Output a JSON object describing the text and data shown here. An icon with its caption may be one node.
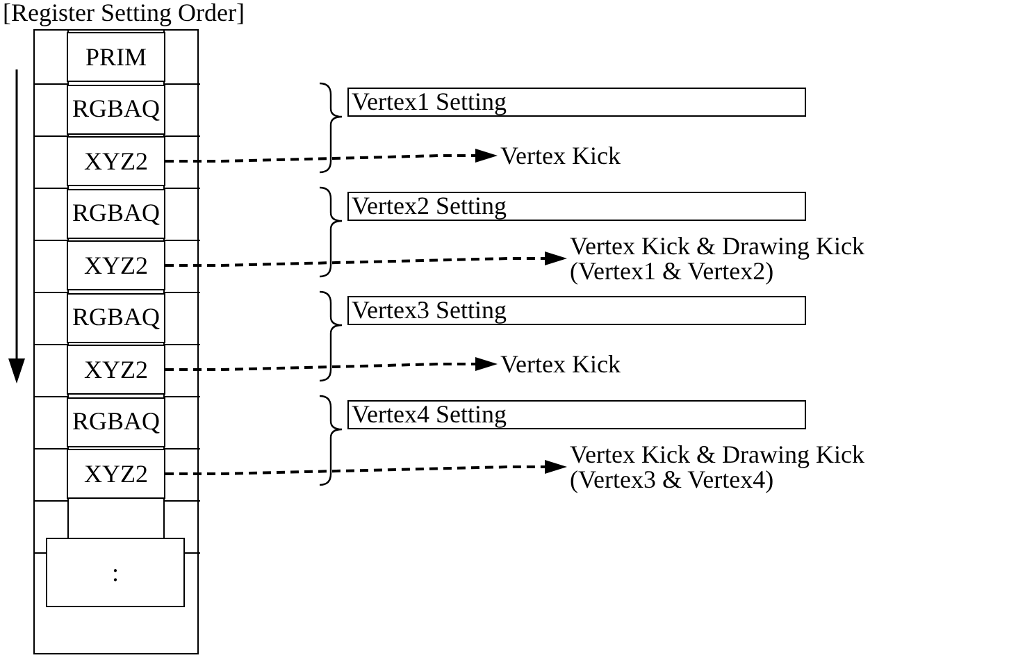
{
  "diagram": {
    "title": "[Register Setting Order]",
    "nodes": [
      {
        "text": [],
        "shape": "box"
      },
      {
        "text": [
          "PRIM"
        ],
        "in": 0
      },
      {
        "text": [
          "RGBAQ"
        ],
        "in": 0
      },
      {
        "text": [
          "XYZ2"
        ],
        "in": 0
      },
      {
        "text": [
          "RGBAQ"
        ],
        "in": 0
      },
      {
        "text": [
          "XYZ2"
        ],
        "in": 0
      },
      {
        "text": [
          "RGBAQ"
        ],
        "in": 0
      },
      {
        "text": [
          "XYZ2"
        ],
        "in": 0
      },
      {
        "text": [
          "RGBAQ"
        ],
        "in": 0
      },
      {
        "text": [
          "XYZ2"
        ],
        "in": 0
      },
      {
        "text": [
          ":"
        ],
        "in": 0
      },
      {
        "text": [
          "Vertex1 Setting"
        ]
      },
      {
        "text": [
          "Vertex Kick"
        ]
      },
      {
        "text": [
          "Vertex2 Setting"
        ]
      },
      {
        "text": [
          "Vertex Kick & Drawing Kick",
          "(Vertex1 & Vertex2)"
        ]
      },
      {
        "text": [
          "Vertex3 Setting"
        ]
      },
      {
        "text": [
          "Vertex Kick"
        ]
      },
      {
        "text": [
          "Vertex4 Setting"
        ]
      },
      {
        "text": [
          "Vertex Kick & Drawing Kick",
          "(Vertex3 & Vertex4)"
        ]
      }
    ],
    "edges": [
      {
        "from": 3,
        "to": 12,
        "arrow": "to",
        "style": "dashed"
      },
      {
        "from": 5,
        "to": 14,
        "arrow": "to",
        "style": "dashed"
      },
      {
        "from": 7,
        "to": 16,
        "arrow": "to",
        "style": "dashed"
      },
      {
        "from": 9,
        "to": 18,
        "arrow": "to",
        "style": "dashed"
      }
    ]
  }
}
